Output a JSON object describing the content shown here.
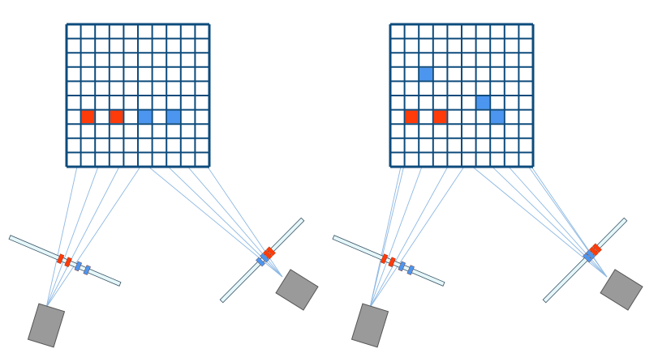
{
  "colors": {
    "grid_line": "#0d4b7c",
    "red_cell": "#ff3b0a",
    "blue_cell": "#4c96f0",
    "ray": "#8db8e2",
    "sensor_bar_fill": "#e6f7fa",
    "sensor_bar_stroke": "#3a5566",
    "camera_fill": "#9a9a9a",
    "camera_stroke": "#555555",
    "background": "#ffffff"
  },
  "panels": [
    {
      "name": "left-setup",
      "grid": {
        "rows": 10,
        "cols": 10
      },
      "filled_cells": [
        {
          "row": 6,
          "col": 1,
          "color": "red"
        },
        {
          "row": 6,
          "col": 3,
          "color": "red"
        },
        {
          "row": 6,
          "col": 5,
          "color": "blue"
        },
        {
          "row": 6,
          "col": 7,
          "color": "blue"
        }
      ],
      "cameras": [
        {
          "name": "camera-a",
          "bar_marks": [
            "red",
            "red",
            "blue",
            "blue"
          ]
        },
        {
          "name": "camera-b",
          "bar_marks": [
            "red",
            "red",
            "blue",
            "blue"
          ]
        }
      ]
    },
    {
      "name": "right-setup",
      "grid": {
        "rows": 10,
        "cols": 10
      },
      "filled_cells": [
        {
          "row": 3,
          "col": 2,
          "color": "blue"
        },
        {
          "row": 6,
          "col": 1,
          "color": "red"
        },
        {
          "row": 6,
          "col": 3,
          "color": "red"
        },
        {
          "row": 5,
          "col": 6,
          "color": "blue"
        },
        {
          "row": 6,
          "col": 7,
          "color": "blue"
        }
      ],
      "cameras": [
        {
          "name": "camera-a",
          "bar_marks": [
            "red",
            "red",
            "blue",
            "blue"
          ]
        },
        {
          "name": "camera-b",
          "bar_marks": [
            "red",
            "red",
            "blue",
            "blue"
          ]
        }
      ]
    }
  ]
}
